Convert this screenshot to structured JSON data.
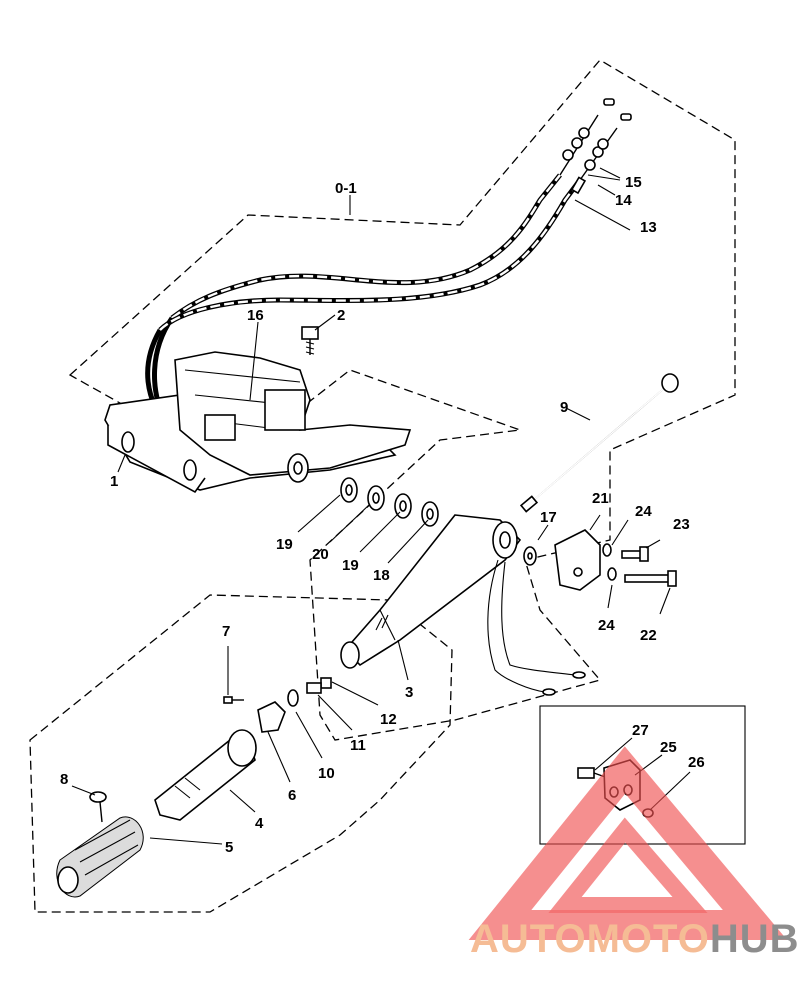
{
  "diagram": {
    "group_label": "0-1",
    "callouts": [
      "1",
      "2",
      "3",
      "4",
      "5",
      "6",
      "7",
      "8",
      "9",
      "10",
      "11",
      "12",
      "13",
      "14",
      "15",
      "16",
      "17",
      "18",
      "19",
      "20",
      "19",
      "21",
      "22",
      "23",
      "24",
      "24",
      "25",
      "26",
      "27"
    ]
  },
  "watermark": {
    "part1": "AUTOMOTO",
    "part2": "HUB",
    "colors": {
      "auto": "#f4b183",
      "moto": "#f08a8a",
      "hub": "#7a7a7a",
      "triangle": "#f05050"
    }
  }
}
